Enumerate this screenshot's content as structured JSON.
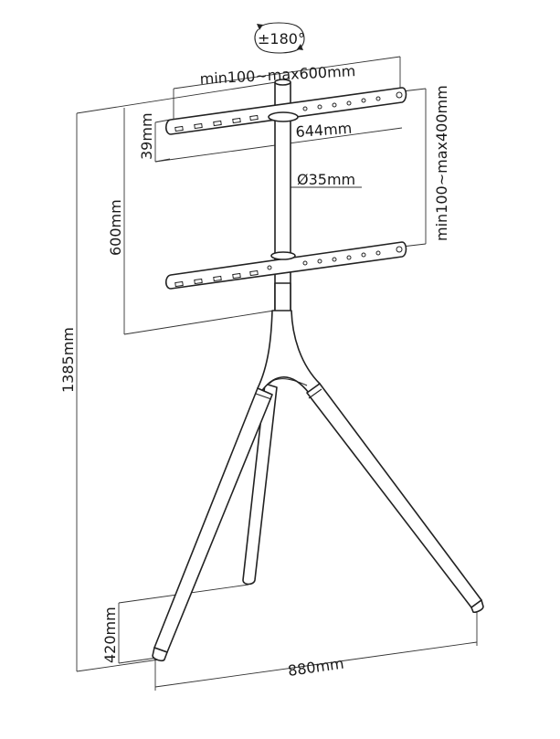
{
  "diagram": {
    "labels": {
      "rotation": "±180°",
      "vesa_width": "min100~max600mm",
      "bracket_height": "39mm",
      "bracket_length": "644mm",
      "pole_diameter": "Ø35mm",
      "vesa_height": "min100~max400mm",
      "height_adjust": "600mm",
      "total_height": "1385mm",
      "foot_height": "420mm",
      "base_width": "880mm"
    },
    "icons": {
      "rotation": "rotate-arrow-icon"
    },
    "colors": {
      "line": "#222222",
      "background": "#ffffff"
    }
  }
}
